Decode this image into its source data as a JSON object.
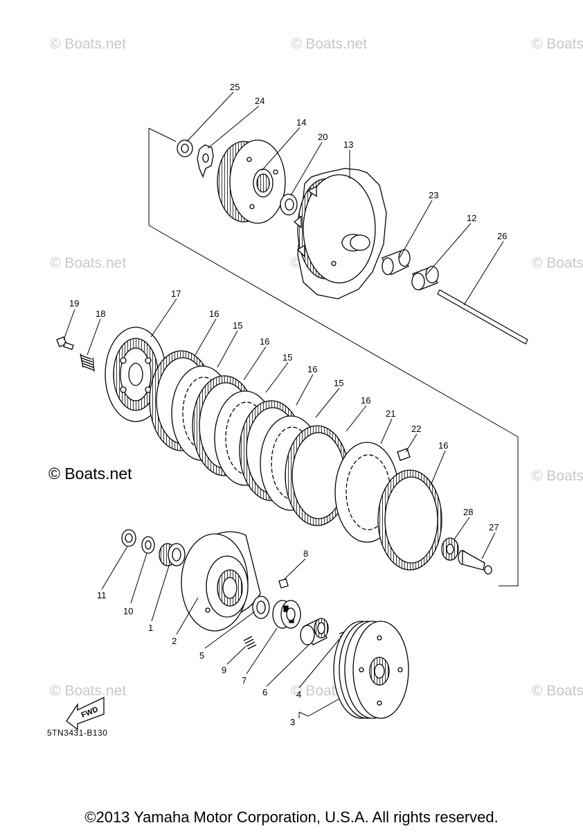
{
  "watermark": "© Boats.net",
  "watermark_main": "© Boats.net",
  "diagram_code": "5TN3431-B130",
  "copyright": "©2013 Yamaha Motor Corporation, U.S.A. All rights reserved.",
  "fwd_label": "FWD",
  "callouts": [
    "25",
    "24",
    "14",
    "20",
    "13",
    "23",
    "12",
    "26",
    "19",
    "18",
    "17",
    "16",
    "15",
    "16",
    "15",
    "16",
    "15",
    "16",
    "21",
    "22",
    "16",
    "28",
    "27",
    "8",
    "11",
    "10",
    "1",
    "2",
    "5",
    "9",
    "7",
    "6",
    "4",
    "3"
  ]
}
